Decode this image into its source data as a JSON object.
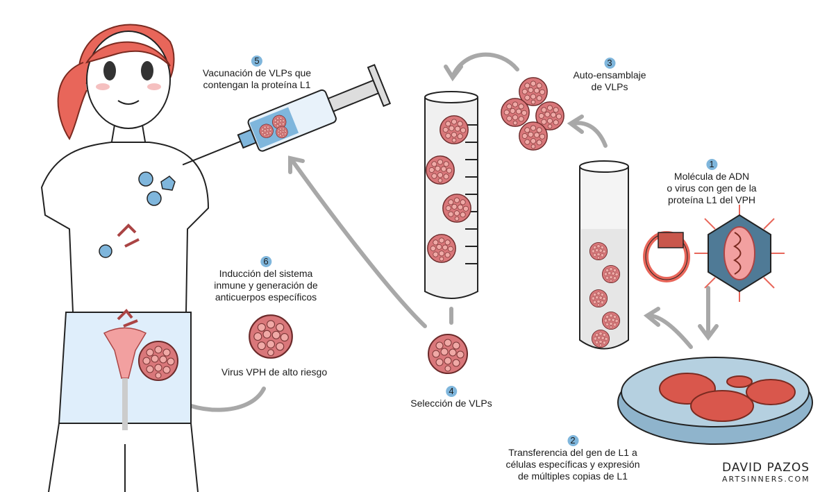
{
  "steps": [
    {
      "number": "1",
      "lines": [
        "Molécula de ADN",
        "o virus con gen de la",
        "proteína L1 del VPH"
      ]
    },
    {
      "number": "2",
      "lines": [
        "Transferencia del gen de L1 a",
        "células específicas y expresión",
        "de múltiples copias de L1"
      ]
    },
    {
      "number": "3",
      "lines": [
        "Auto-ensamblaje",
        "de VLPs"
      ]
    },
    {
      "number": "4",
      "lines": [
        "Selección de VLPs"
      ]
    },
    {
      "number": "5",
      "lines": [
        "Vacunación de VLPs que",
        "contengan la proteína L1"
      ]
    },
    {
      "number": "6",
      "lines": [
        "Inducción del sistema",
        "inmune y generación de",
        "anticuerpos específicos"
      ]
    }
  ],
  "virus_label": "Virus VPH de alto riesgo",
  "signature": {
    "name": "DAVID PAZOS",
    "site": "ARTSINNERS.COM"
  },
  "colors": {
    "badge": "#7fb6dc",
    "vlp": "#d9777a",
    "hair": "#e8665a",
    "arrow": "#a8a8a8",
    "dish": "#8fb4cc"
  }
}
